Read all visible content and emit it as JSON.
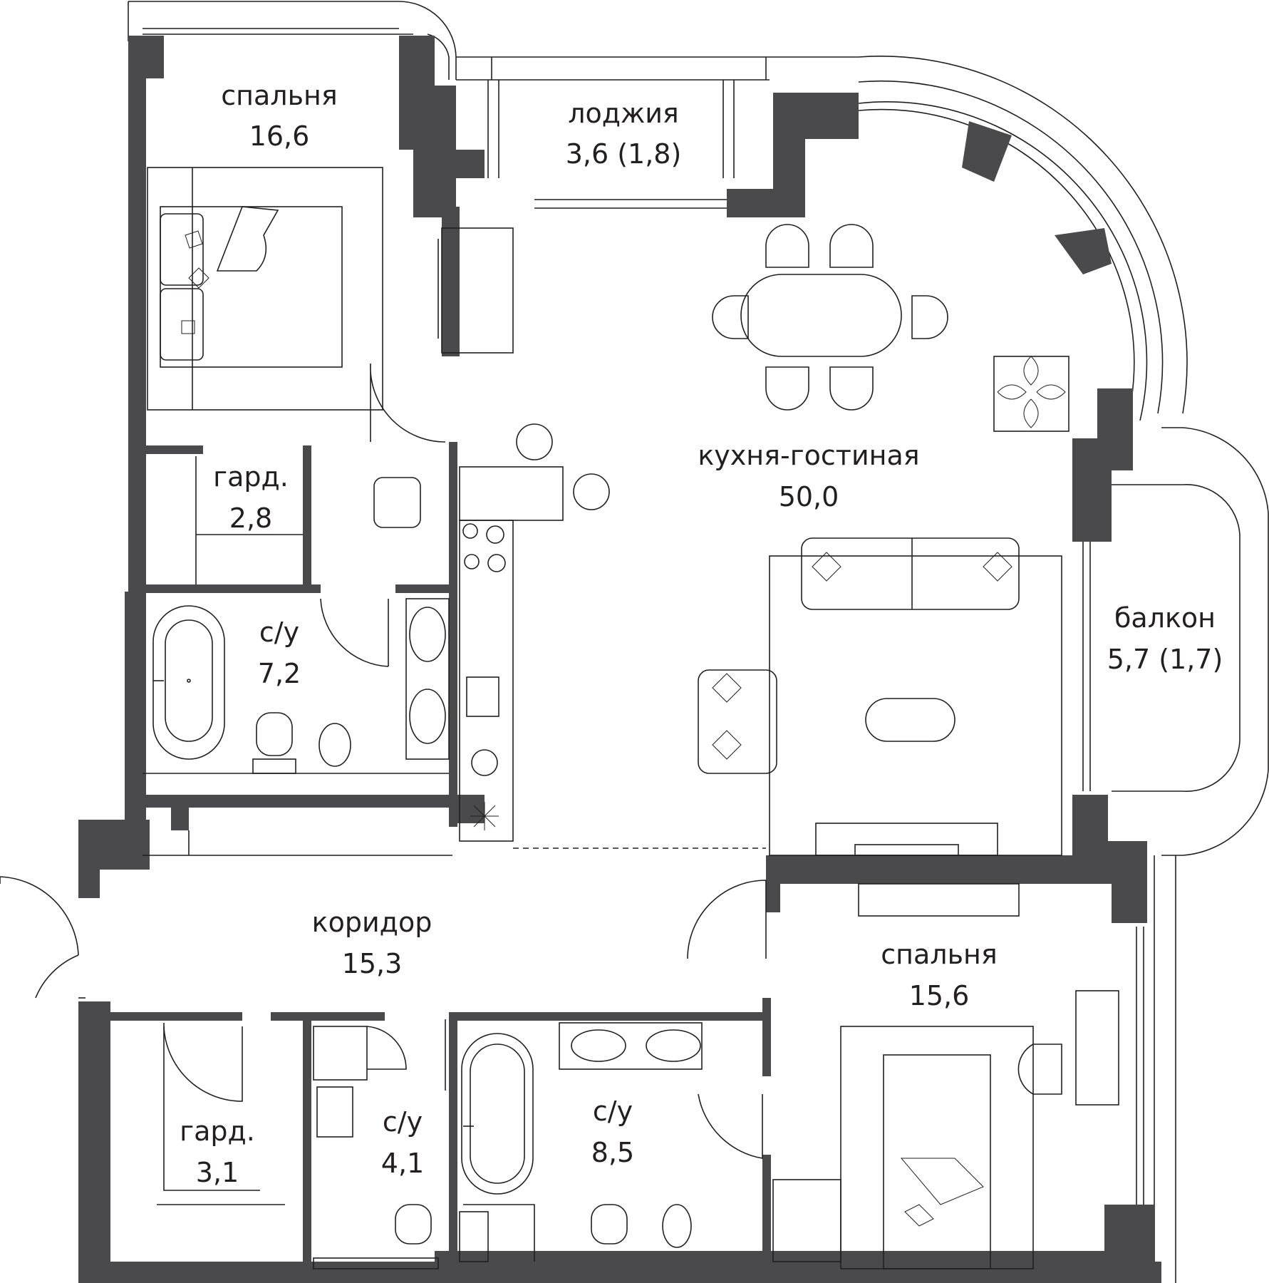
{
  "rooms": [
    {
      "id": "bedroom-1",
      "name": "спальня",
      "area": "16,6"
    },
    {
      "id": "loggia",
      "name": "лоджия",
      "area": "3,6 (1,8)"
    },
    {
      "id": "kitchen-living",
      "name": "кухня-гостиная",
      "area": "50,0"
    },
    {
      "id": "wardrobe-1",
      "name": "гард.",
      "area": "2,8"
    },
    {
      "id": "bathroom-1",
      "name": "с/у",
      "area": "7,2"
    },
    {
      "id": "balcony",
      "name": "балкон",
      "area": "5,7 (1,7)"
    },
    {
      "id": "corridor",
      "name": "коридор",
      "area": "15,3"
    },
    {
      "id": "bedroom-2",
      "name": "спальня",
      "area": "15,6"
    },
    {
      "id": "wardrobe-2",
      "name": "гард.",
      "area": "3,1"
    },
    {
      "id": "bathroom-2",
      "name": "с/у",
      "area": "4,1"
    },
    {
      "id": "bathroom-3",
      "name": "с/у",
      "area": "8,5"
    }
  ],
  "colors": {
    "wall": "#4a4a4d",
    "line": "#231f20",
    "background": "#ffffff"
  }
}
